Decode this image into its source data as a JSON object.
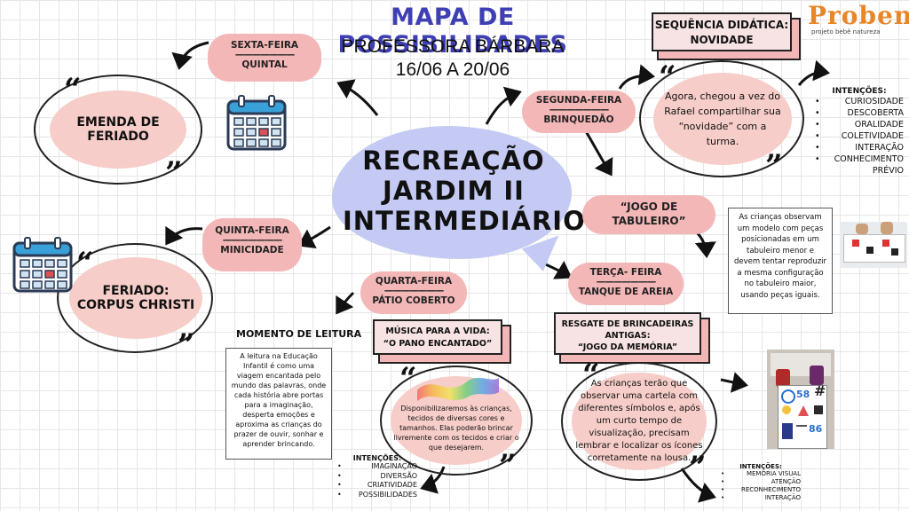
{
  "header": {
    "title": "MAPA DE POSSIBILIDADES",
    "teacher": "PROFESSORA BÁRBARA",
    "dates": "16/06 A 20/06"
  },
  "logo": {
    "brand": "Proben",
    "tagline": "projeto bebê natureza"
  },
  "center": {
    "line1": "RECREAÇÃO",
    "line2": "JARDIM II",
    "line3": "INTERMEDIÁRIO"
  },
  "days": {
    "friday": {
      "day": "SEXTA-FEIRA",
      "divider": "———————",
      "place": "QUINTAL"
    },
    "thursday": {
      "day": "QUINTA-FEIRA",
      "divider": "———————",
      "place": "MINICIDADE"
    },
    "wednesday": {
      "day": "QUARTA-FEIRA",
      "divider": "———————",
      "place": "PÁTIO COBERTO"
    },
    "tuesday": {
      "day": "TERÇA- FEIRA",
      "divider": "———————",
      "place": "TANQUE DE AREIA"
    },
    "monday": {
      "day": "SEGUNDA-FEIRA",
      "divider": "———————",
      "place": "BRINQUEDÃO"
    }
  },
  "bubbles": {
    "friday": "EMENDA DE FERIADO",
    "thursday_line1": "FERIADO:",
    "thursday_line2": "CORPUS CHRISTI",
    "monday": "Agora, chegou a vez do Rafael compartilhar sua “novidade” com a turma.",
    "wednesday": "Disponibilizaremos  às crianças, tecidos de diversas cores e tamanhos. Elas poderão brincar livremente com os tecidos e criar o que desejarem.",
    "tuesday": "As crianças terão que observar uma cartela com diferentes símbolos e, após um curto tempo de visualização, precisam lembrar e localizar os ícones corretamente na lousa."
  },
  "boxes": {
    "sequencia_line1": "SEQUÊNCIA DIDÁTICA:",
    "sequencia_line2": "NOVIDADE",
    "musica_line1": "MÚSICA PARA A VIDA:",
    "musica_line2": "“O PANO ENCANTADO”",
    "resgate_line1": "RESGATE DE BRINCADEIRAS",
    "resgate_line2": "ANTIGAS:",
    "resgate_line3": "“JOGO DA MEMÓRIA”"
  },
  "jogo_pill": {
    "line1": "“JOGO DE",
    "line2": "TABULEIRO”"
  },
  "jogo_text": "As crianças observam um modelo com peças posicionadas em um tabuleiro menor e devem tentar reproduzir a mesma configuração no tabuleiro maior, usando peças iguais.",
  "leitura": {
    "title": "MOMENTO DE LEITURA",
    "text": "A leitura na Educação Infantil é como uma viagem encantada pelo mundo das palavras, onde cada história abre portas para a imaginação, desperta emoções e aproxima as crianças do prazer de ouvir, sonhar e aprender brincando."
  },
  "intentions": {
    "monday": {
      "title": "INTENÇÕES:",
      "items": [
        "CURIOSIDADE",
        "DESCOBERTA",
        "ORALIDADE",
        "COLETIVIDADE",
        "INTERAÇÃO",
        "CONHECIMENTO PRÉVIO"
      ]
    },
    "wednesday": {
      "title": "INTENÇÕES:",
      "items": [
        "IMAGINAÇÃO",
        "DIVERSÃO",
        "CRIATIVIDADE",
        "POSSIBILIDADES"
      ]
    },
    "tuesday": {
      "title": "INTENÇÕES:",
      "items": [
        "MEMÓRIA VISUAL",
        "ATENÇÃO",
        "RECONHECIMENTO",
        "INTERAÇÃO"
      ]
    }
  },
  "memory_card": {
    "cells": [
      "58",
      "#",
      "86"
    ]
  },
  "quote_open": "“",
  "quote_close": "”",
  "colors": {
    "title": "#3f3fb4",
    "pink": "#f4b7b7",
    "bubble": "#f6cdc8",
    "cloud": "#c4caf3"
  },
  "icons": [
    "calendar-icon",
    "arrow-icon",
    "fabric-image",
    "photo"
  ]
}
